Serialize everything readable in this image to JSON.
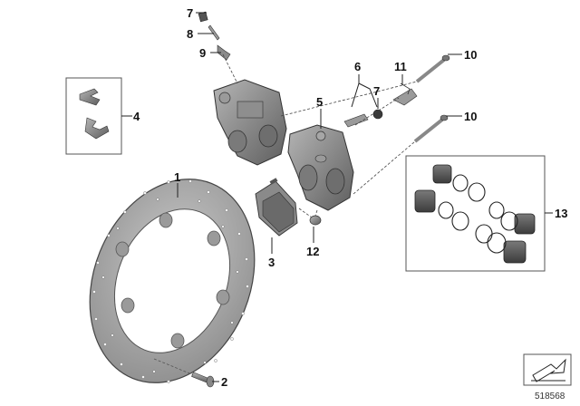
{
  "callouts": {
    "c1": "1",
    "c2": "2",
    "c3": "3",
    "c4": "4",
    "c5": "5",
    "c6": "6",
    "c7a": "7",
    "c7b": "7",
    "c8": "8",
    "c9": "9",
    "c10a": "10",
    "c10b": "10",
    "c11": "11",
    "c12": "12",
    "c13": "13"
  },
  "document_number": "518568",
  "icons": {
    "brake_disc": "brake-disc-icon",
    "disc_bolt": "disc-bolt-icon",
    "brake_pads": "brake-pads-icon",
    "pad_springs": "pad-spring-icon",
    "caliper": "brake-caliper-icon",
    "bleed_valve": "bleed-valve-icon",
    "pistons": "piston-icon",
    "nav_arrow": "navigation-arrow-icon"
  },
  "colors": {
    "part_gray": "#8c8c8c",
    "line": "#222222",
    "background": "#ffffff"
  }
}
